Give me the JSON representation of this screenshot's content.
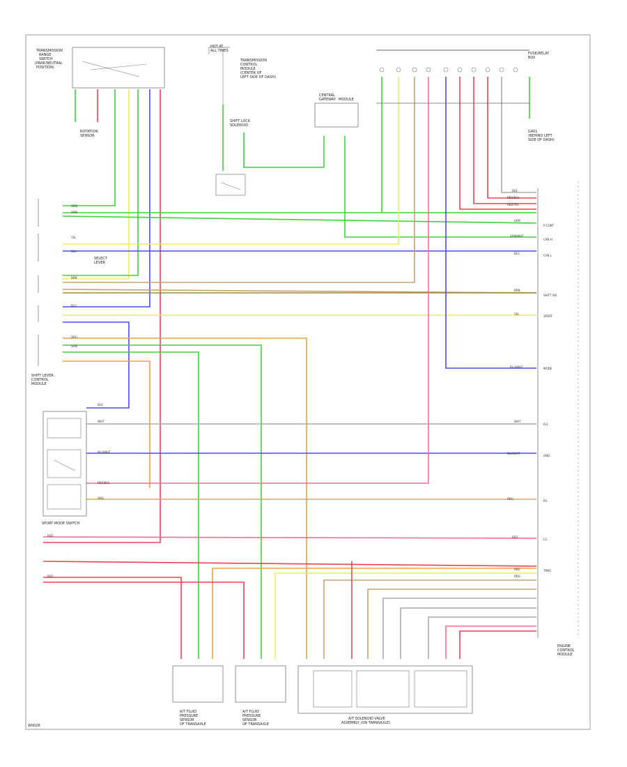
{
  "colors": {
    "green": "#39d639",
    "red": "#f04050",
    "yellow": "#eeee55",
    "blue": "#4a4aee",
    "orange": "#f0a040",
    "tan": "#c8a070",
    "pink": "#f07090",
    "olive": "#a08a3a",
    "gray": "#aaaaaa",
    "frame": "#888888"
  },
  "components": {
    "top_left": [
      "TRANSMISSION",
      "RANGE",
      "SWITCH",
      "(PARK/NEUTRAL",
      "POSITION)"
    ],
    "top_middle": [
      "HOT AT",
      "ALL TIMES",
      "TRANSMISSION",
      "CONTROL",
      "MODULE",
      "(CENTER OF",
      "LEFT SIDE OF DASH)"
    ],
    "top_right": [
      "CENTRAL",
      "GATEWAY",
      "MODULE"
    ],
    "shift_lock": [
      "SHIFT LOCK",
      "SOLENOID"
    ],
    "ground": [
      "G401",
      "(BEHIND LEFT",
      "SIDE OF DASH)"
    ],
    "junction": [
      "FUSE/RELAY",
      "BOX"
    ],
    "left_module": [
      "ROTATION",
      "SENSOR"
    ],
    "shift_control": [
      "SHIFT LEVER",
      "CONTROL",
      "MODULE"
    ],
    "selector": [
      "SELECT",
      "LEVER"
    ],
    "mode_switch": "SPORT MODE SWITCH",
    "bottom_1": [
      "A/T FLUID",
      "PRESSURE",
      "SENSOR",
      "OF TRANSAXLE"
    ],
    "bottom_2": [
      "A/T FLUID",
      "PRESSURE",
      "SENSOR",
      "OF TRANSAXLE"
    ],
    "bottom_3": [
      "A/T SOLENOID VALVE",
      "ASSEMBLY (ON TRANSAXLE)"
    ],
    "right_module": [
      "ENGINE",
      "CONTROL",
      "MODULE"
    ],
    "page_code": "W0026"
  },
  "wire_labels": {
    "grn": "GRN",
    "red": "RED",
    "yel": "YEL",
    "blu": "BLU",
    "org": "ORG",
    "brn": "BRN",
    "wht": "WHT",
    "blk": "BLK",
    "red_blu": "RED/BLU",
    "blu_wht": "BLU/WHT",
    "grn_wht": "GRN/WHT",
    "red_yel": "RED/YEL"
  },
  "connector_labels": [
    "P CONT",
    "CAN H",
    "CAN L",
    "SHIFT SW",
    "SPORT",
    "MODE",
    "IG1",
    "GND",
    "PG",
    "LG",
    "TRNS"
  ]
}
